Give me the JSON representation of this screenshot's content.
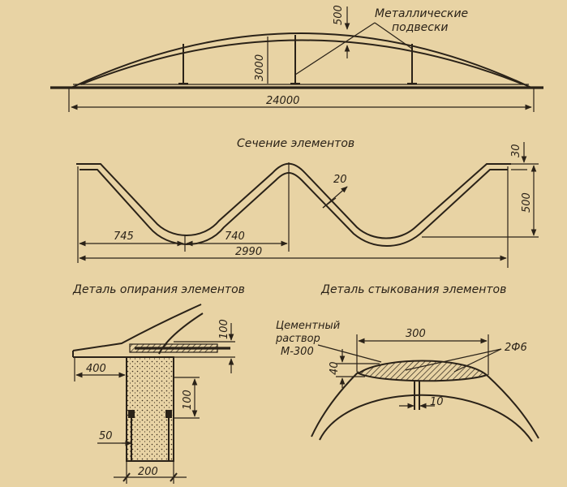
{
  "arch": {
    "span": "24000",
    "rise": "3000",
    "offset": "500",
    "hangers_label_line1": "Металлические",
    "hangers_label_line2": "подвески"
  },
  "section": {
    "title": "Сечение элементов",
    "width_a": "745",
    "width_b": "740",
    "width_total": "2990",
    "height": "500",
    "lip": "30",
    "thickness": "20"
  },
  "support": {
    "title": "Деталь опирания элементов",
    "overhang": "400",
    "height_top": "100",
    "height_mid": "100",
    "edge": "50",
    "width": "200"
  },
  "joint": {
    "title": "Деталь стыкования элементов",
    "mortar_line1": "Цементный",
    "mortar_line2": "раствор",
    "mortar_line3": "М-300",
    "width": "300",
    "height": "40",
    "rebar": "2Ф6",
    "gap": "10"
  },
  "colors": {
    "paper": "#e8d3a4",
    "ink": "#2a2218"
  }
}
